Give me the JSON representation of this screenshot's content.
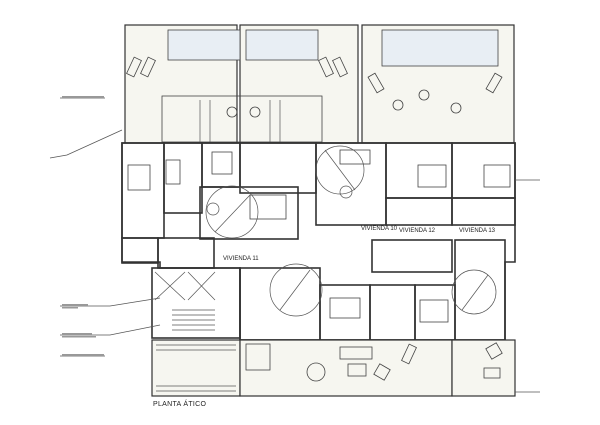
{
  "drawing": {
    "caption": "PLANTA ÁTICO",
    "units": [
      "VIVIENDA 10",
      "VIVIENDA 11",
      "VIVIENDA 12",
      "VIVIENDA 13"
    ]
  },
  "colors": {
    "line": "#333333",
    "background": "#ffffff",
    "pool": "#e8eef4"
  }
}
